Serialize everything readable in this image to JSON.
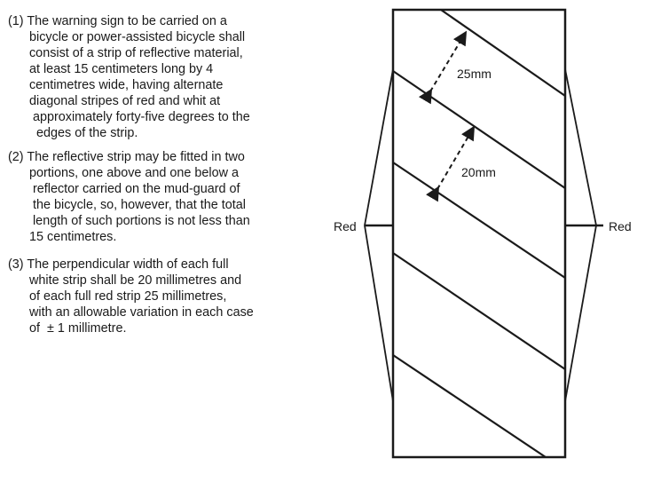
{
  "clauses": [
    {
      "lines": [
        "(1) The warning sign to be carried on a",
        "      bicycle or power-assisted bicycle shall",
        "      consist of a strip of reflective material,",
        "      at least 15 centimeters long by 4",
        "      centimetres wide, having alternate",
        "      diagonal stripes of red and whit at",
        "       approximately forty-five degrees to the",
        "        edges of the strip."
      ]
    },
    {
      "lines": [
        "(2) The reflective strip may be fitted in two",
        "      portions, one above and one below a",
        "       reflector carried on the mud-guard of",
        "       the bicycle, so, however, that the total",
        "       length of such portions is not less than",
        "      15 centimetres."
      ]
    },
    {
      "lines": [
        "(3) The perpendicular width of each full",
        "      white strip shall be 20 millimetres and",
        "      of each full red strip 25 millimetres,",
        "      with an allowable variation in each case",
        "      of  ± 1 millimetre."
      ]
    }
  ],
  "diagram": {
    "label_left": "Red",
    "label_right": "Red",
    "dim_red": "25mm",
    "dim_white": "20mm"
  }
}
